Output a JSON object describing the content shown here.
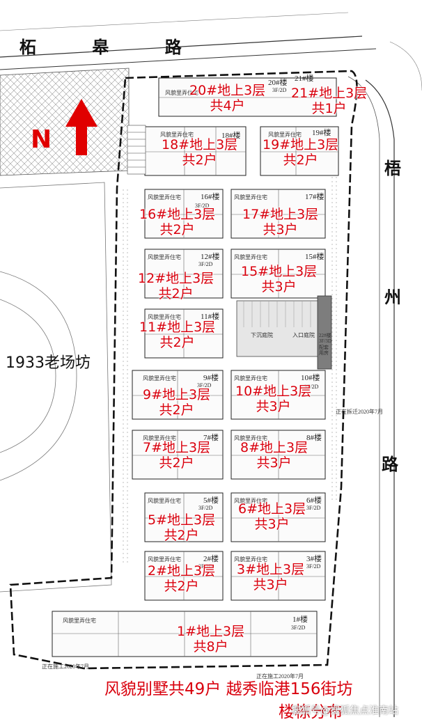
{
  "roads": {
    "north": "柘 皋 路",
    "east": [
      "梧",
      "州",
      "路"
    ]
  },
  "north_letter": "N",
  "area_label": "1933老场坊",
  "buildings": [
    {
      "id": "b20",
      "number": "20#楼",
      "line1": "20#地上3层",
      "line2": "共4户"
    },
    {
      "id": "b21",
      "number": "21#楼",
      "line1": "21#地上3层",
      "line2": "共1户"
    },
    {
      "id": "b18",
      "number": "18#楼",
      "line1": "18#地上3层",
      "line2": "共2户"
    },
    {
      "id": "b19",
      "number": "19#楼",
      "line1": "19#地上3层",
      "line2": "共2户"
    },
    {
      "id": "b16",
      "number": "16#楼",
      "line1": "16#地上3层",
      "line2": "共2户"
    },
    {
      "id": "b17",
      "number": "17#楼",
      "line1": "17#地上3层",
      "line2": "共3户"
    },
    {
      "id": "b12",
      "number": "12#楼",
      "line1": "12#地上3层",
      "line2": "共2户"
    },
    {
      "id": "b15",
      "number": "15#楼",
      "line1": "15#地上3层",
      "line2": "共3户"
    },
    {
      "id": "b11",
      "number": "11#楼",
      "line1": "11#地上3层",
      "line2": "共2户"
    },
    {
      "id": "b9",
      "number": "9#楼",
      "line1": "9#地上3层",
      "line2": "共2户"
    },
    {
      "id": "b10",
      "number": "10#楼",
      "line1": "10#地上3层",
      "line2": "共3户"
    },
    {
      "id": "b7",
      "number": "7#楼",
      "line1": "7#地上3层",
      "line2": "共2户"
    },
    {
      "id": "b8",
      "number": "8#楼",
      "line1": "8#地上3层",
      "line2": "共3户"
    },
    {
      "id": "b5",
      "number": "5#楼",
      "line1": "5#地上3层",
      "line2": "共2户"
    },
    {
      "id": "b6",
      "number": "6#楼",
      "line1": "6#地上3层",
      "line2": "共3户"
    },
    {
      "id": "b2",
      "number": "2#楼",
      "line1": "2#地上3层",
      "line2": "共2户"
    },
    {
      "id": "b3",
      "number": "3#楼",
      "line1": "3#地上3层",
      "line2": "共3户"
    },
    {
      "id": "b1",
      "number": "1#楼",
      "line1": "1#地上3层",
      "line2": "共8户"
    }
  ],
  "floor_tag": "3F/2D",
  "building_type": "风貌里弄住宅",
  "footer": {
    "line1": "风貌别墅共49户  越秀临港156街坊",
    "line2": "楼栋分布"
  },
  "notes": {
    "construction": "正在施工2020年7月",
    "demolition": "正在拆迁2020年7月",
    "garage": "22#楼 3F/3D 配套用房",
    "parking": "下沉庭院",
    "entrance": "入口庭院"
  },
  "watermark": "搜狐号@搜狐焦点淮南站",
  "colors": {
    "label_red": "#d9000d",
    "arrow_red": "#e00000",
    "line": "#222222"
  }
}
